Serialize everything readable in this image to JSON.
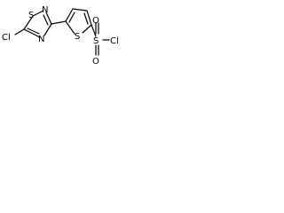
{
  "molecule": {
    "atoms": {
      "cl_left": "Cl",
      "s_thiadiazole": "S",
      "n_top": "N",
      "n_bottom": "N",
      "s_thiophene": "S",
      "s_sulfonyl": "S",
      "o_top": "O",
      "o_bottom": "O",
      "cl_right": "Cl"
    }
  }
}
